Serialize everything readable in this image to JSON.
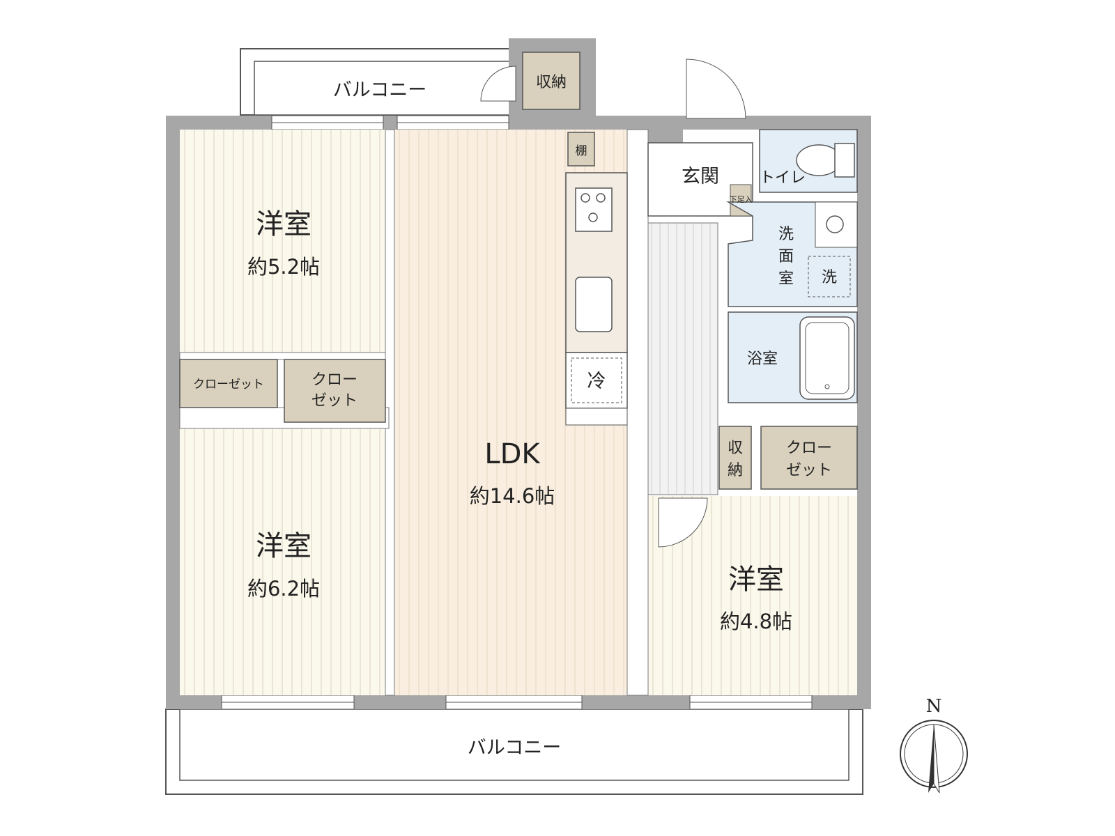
{
  "colors": {
    "wall": "#a7a7a7",
    "room_floor": "#fbf8ec",
    "ldk_floor": "#f9eedf",
    "storage": "#d9d1bd",
    "wet_area": "#e4eef7",
    "hall_floor": "#f2f2f2",
    "line": "#555555"
  },
  "labels": {
    "balcony_top": "バルコニー",
    "balcony_bottom": "バルコニー",
    "storage_balcony": "収納",
    "shelf": "棚",
    "entrance": "玄関",
    "shoe_box": "下足入",
    "toilet": "トイレ",
    "washroom_line1": "洗",
    "washroom_line2": "面",
    "washroom_line3": "室",
    "washer": "洗",
    "bath": "浴室",
    "fridge": "冷",
    "room1_name": "洋室",
    "room1_size": "約5.2帖",
    "room2_name": "洋室",
    "room2_size": "約6.2帖",
    "room3_name": "洋室",
    "room3_size": "約4.8帖",
    "ldk_name": "LDK",
    "ldk_size": "約14.6帖",
    "closet_left": "クローゼット",
    "closet_mid_line1": "クロー",
    "closet_mid_line2": "ゼット",
    "storage_hall_line1": "収",
    "storage_hall_line2": "納",
    "closet_right_line1": "クロー",
    "closet_right_line2": "ゼット",
    "north": "N"
  }
}
